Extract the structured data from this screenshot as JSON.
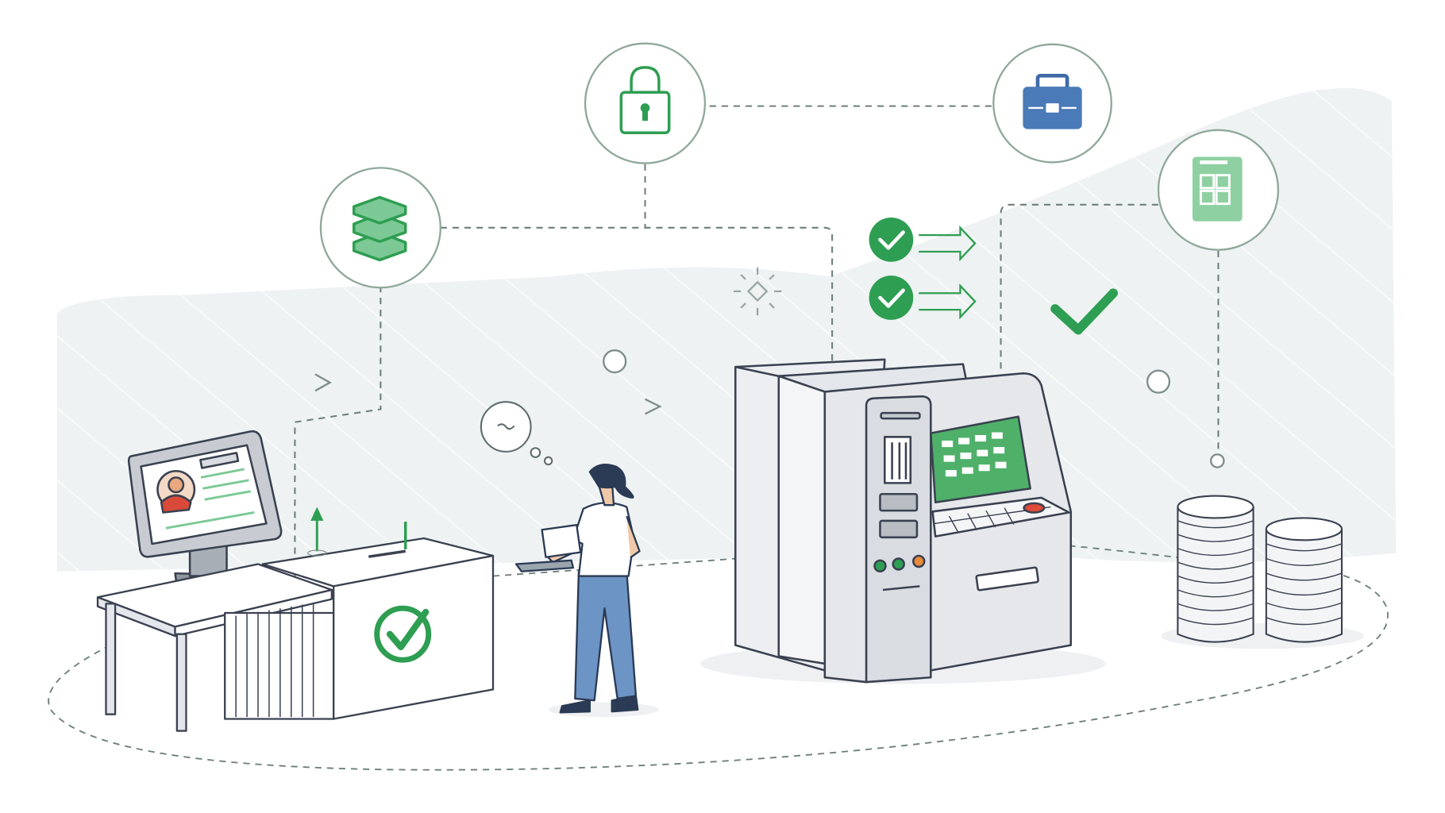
{
  "scene": {
    "kind": "flat-line illustration",
    "icons": [
      "lock-icon",
      "briefcase-icon",
      "stacked-layers-icon",
      "document-grid-icon",
      "check-circle-icon",
      "arrow-right-icon",
      "checkmark-icon",
      "sparkle-icon",
      "speech-bubble-icon"
    ],
    "objects": [
      "computer-monitor",
      "desk",
      "ballot-box",
      "person-with-tablet",
      "atm-kiosk",
      "coin-stacks"
    ]
  },
  "colors": {
    "accent_green": "#2e9e52",
    "light_green": "#7cc995",
    "blue": "#4a7ab8",
    "line_gray": "#6e7f7a",
    "outline": "#3a4150",
    "background_band": "#eef2f2",
    "machine_gray": "#e6e7ea",
    "figure_shirt": "#ffffff",
    "figure_jeans": "#6c94c4",
    "figure_hair": "#2b3a55",
    "coin_fill": "#f3f4f6",
    "button_red": "#e04a3a",
    "button_orange": "#e88a3a"
  }
}
